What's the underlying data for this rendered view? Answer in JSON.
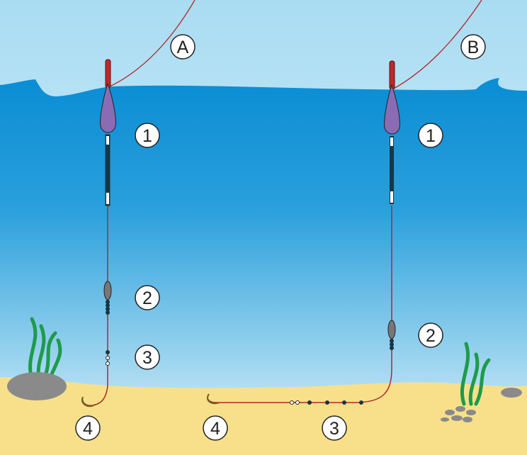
{
  "rigs": [
    {
      "id": "A",
      "label": "A",
      "float_label": "1",
      "sinker_label": "2",
      "swivel_label": "3",
      "hook_label": "4"
    },
    {
      "id": "B",
      "label": "B",
      "float_label": "1",
      "sinker_label": "2",
      "swivel_label": "3",
      "hook_label": "4"
    }
  ],
  "colors": {
    "water_top": "#0a8dd4",
    "water_bottom": "#e2f4fb",
    "sand": "#f8e08a",
    "line": "#b0282a",
    "float_body": "#8a6cb4",
    "float_tip": "#c0282a",
    "stem": "#163645"
  }
}
